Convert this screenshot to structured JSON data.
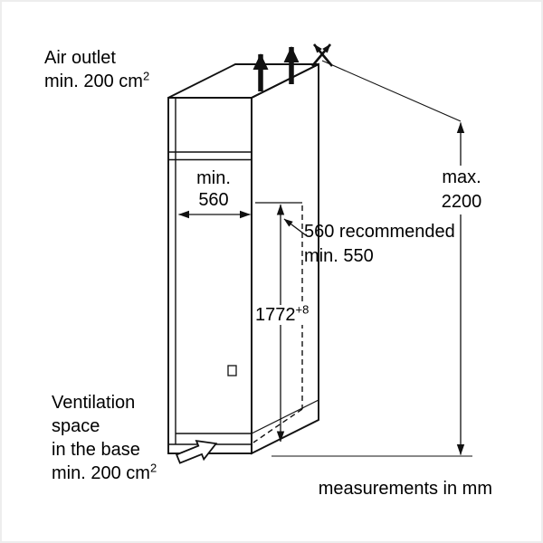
{
  "colors": {
    "line": "#111111",
    "text": "#000000",
    "background": "#ffffff",
    "frame": "#ededed"
  },
  "labels": {
    "air_outlet": {
      "line1": "Air outlet",
      "line2_base": "min. 200 cm",
      "line2_sup": "2"
    },
    "ventilation": {
      "line1": "Ventilation",
      "line2": "space",
      "line3": "in the base",
      "line4_base": "min. 200 cm",
      "line4_sup": "2"
    },
    "footer": "measurements in mm"
  },
  "dimensions": {
    "max_height": {
      "label": "max.",
      "value": "2200"
    },
    "niche_depth": {
      "label": "min.",
      "value": "560"
    },
    "depth_recommended": {
      "line1": "560 recommended",
      "line2": "min. 550"
    },
    "niche_height": {
      "value": "1772",
      "tolerance": "+8"
    }
  }
}
